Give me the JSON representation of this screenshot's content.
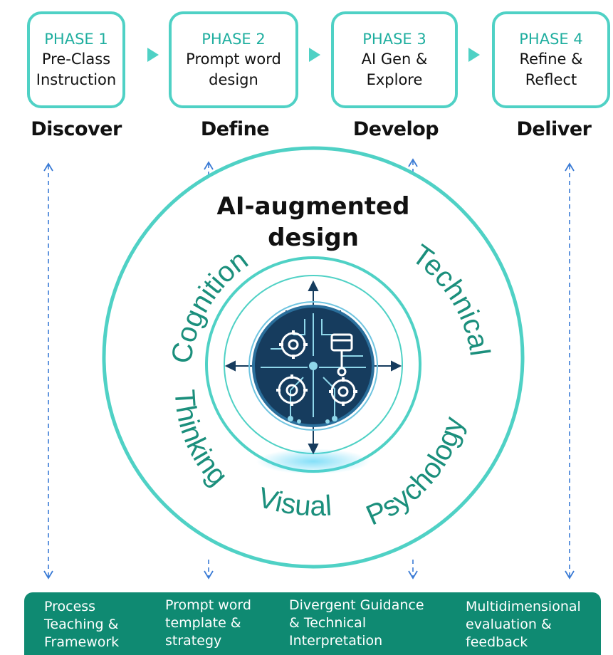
{
  "phases": [
    {
      "title": "PHASE 1",
      "desc": "Pre-Class\nInstruction",
      "stage": "Discover"
    },
    {
      "title": "PHASE 2",
      "desc": "Prompt word\ndesign",
      "stage": "Define"
    },
    {
      "title": "PHASE 3",
      "desc": "AI Gen &\nExplore",
      "stage": "Develop"
    },
    {
      "title": "PHASE 4",
      "desc": "Refine &\nReflect",
      "stage": "Deliver"
    }
  ],
  "center": {
    "title": "AI-augmented\ndesign",
    "dimensions": {
      "cognition": "Cognition",
      "technical": "Technical",
      "thinking": "Thinking",
      "visual": "Visual",
      "psychology": "Psychology"
    }
  },
  "footer": [
    "Process\nTeaching &\nFramework",
    "Prompt word\ntemplate &\nstrategy",
    "Divergent Guidance\n& Technical\nInterpretation",
    "Multidimensional\nevaluation &\nfeedback"
  ],
  "colors": {
    "accent": "#4fd1c5",
    "text_teal": "#1b8f7c",
    "footer_bg": "#0f8a72",
    "icon_bg": "#163c5e",
    "dashed": "#3a7bd5"
  }
}
